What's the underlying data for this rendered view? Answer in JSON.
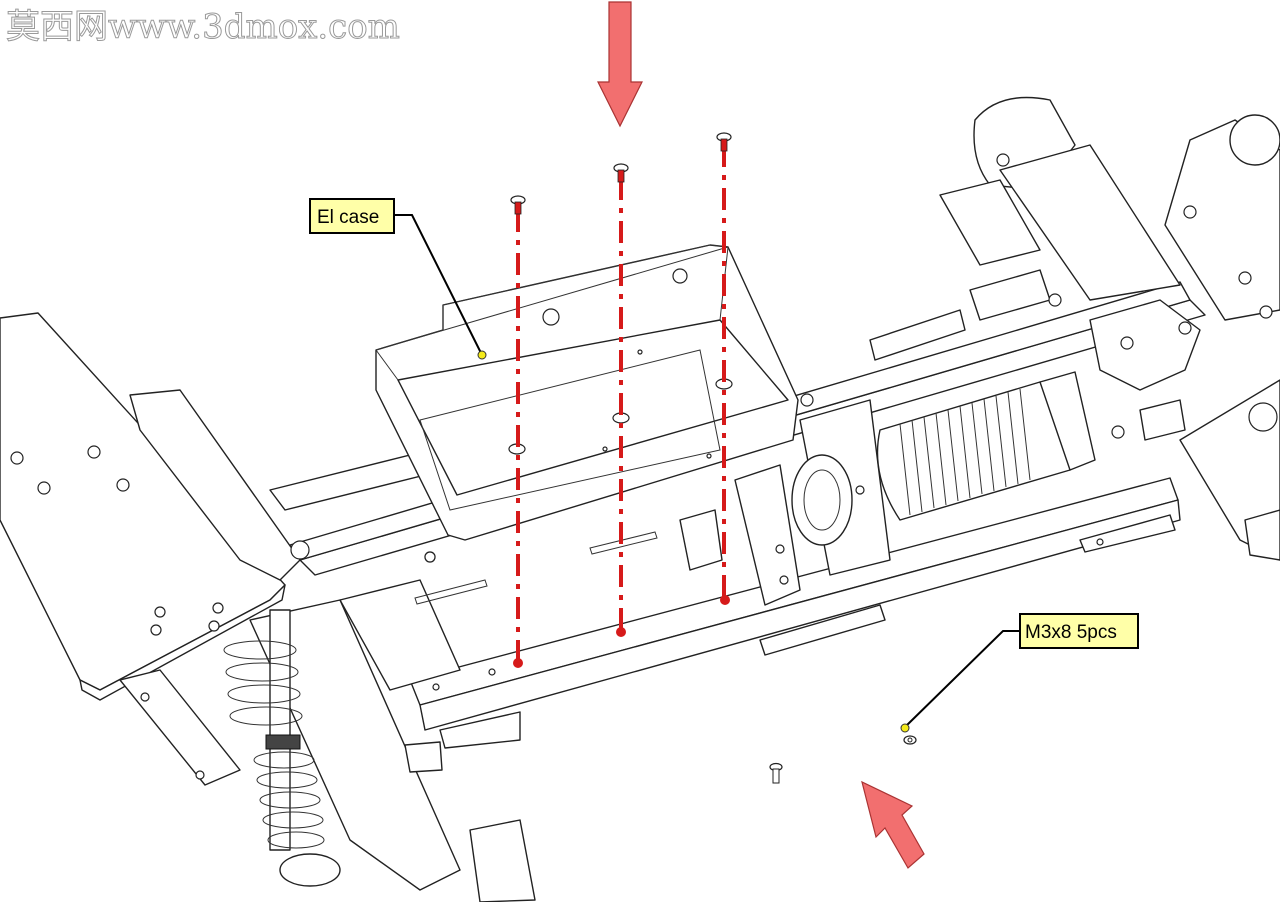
{
  "watermark": "莫西网www.3dmox.com",
  "callouts": {
    "el_case": "El case",
    "screws": "M3x8 5pcs"
  },
  "colors": {
    "guide_line": "#d61a1a",
    "arrow_fill": "#f26f6f",
    "callout_fill": "#ffffa8",
    "leader_dot": "#f4ea1a"
  },
  "icons": [
    "down-arrow-icon",
    "diagonal-arrow-icon",
    "screw-icon"
  ]
}
